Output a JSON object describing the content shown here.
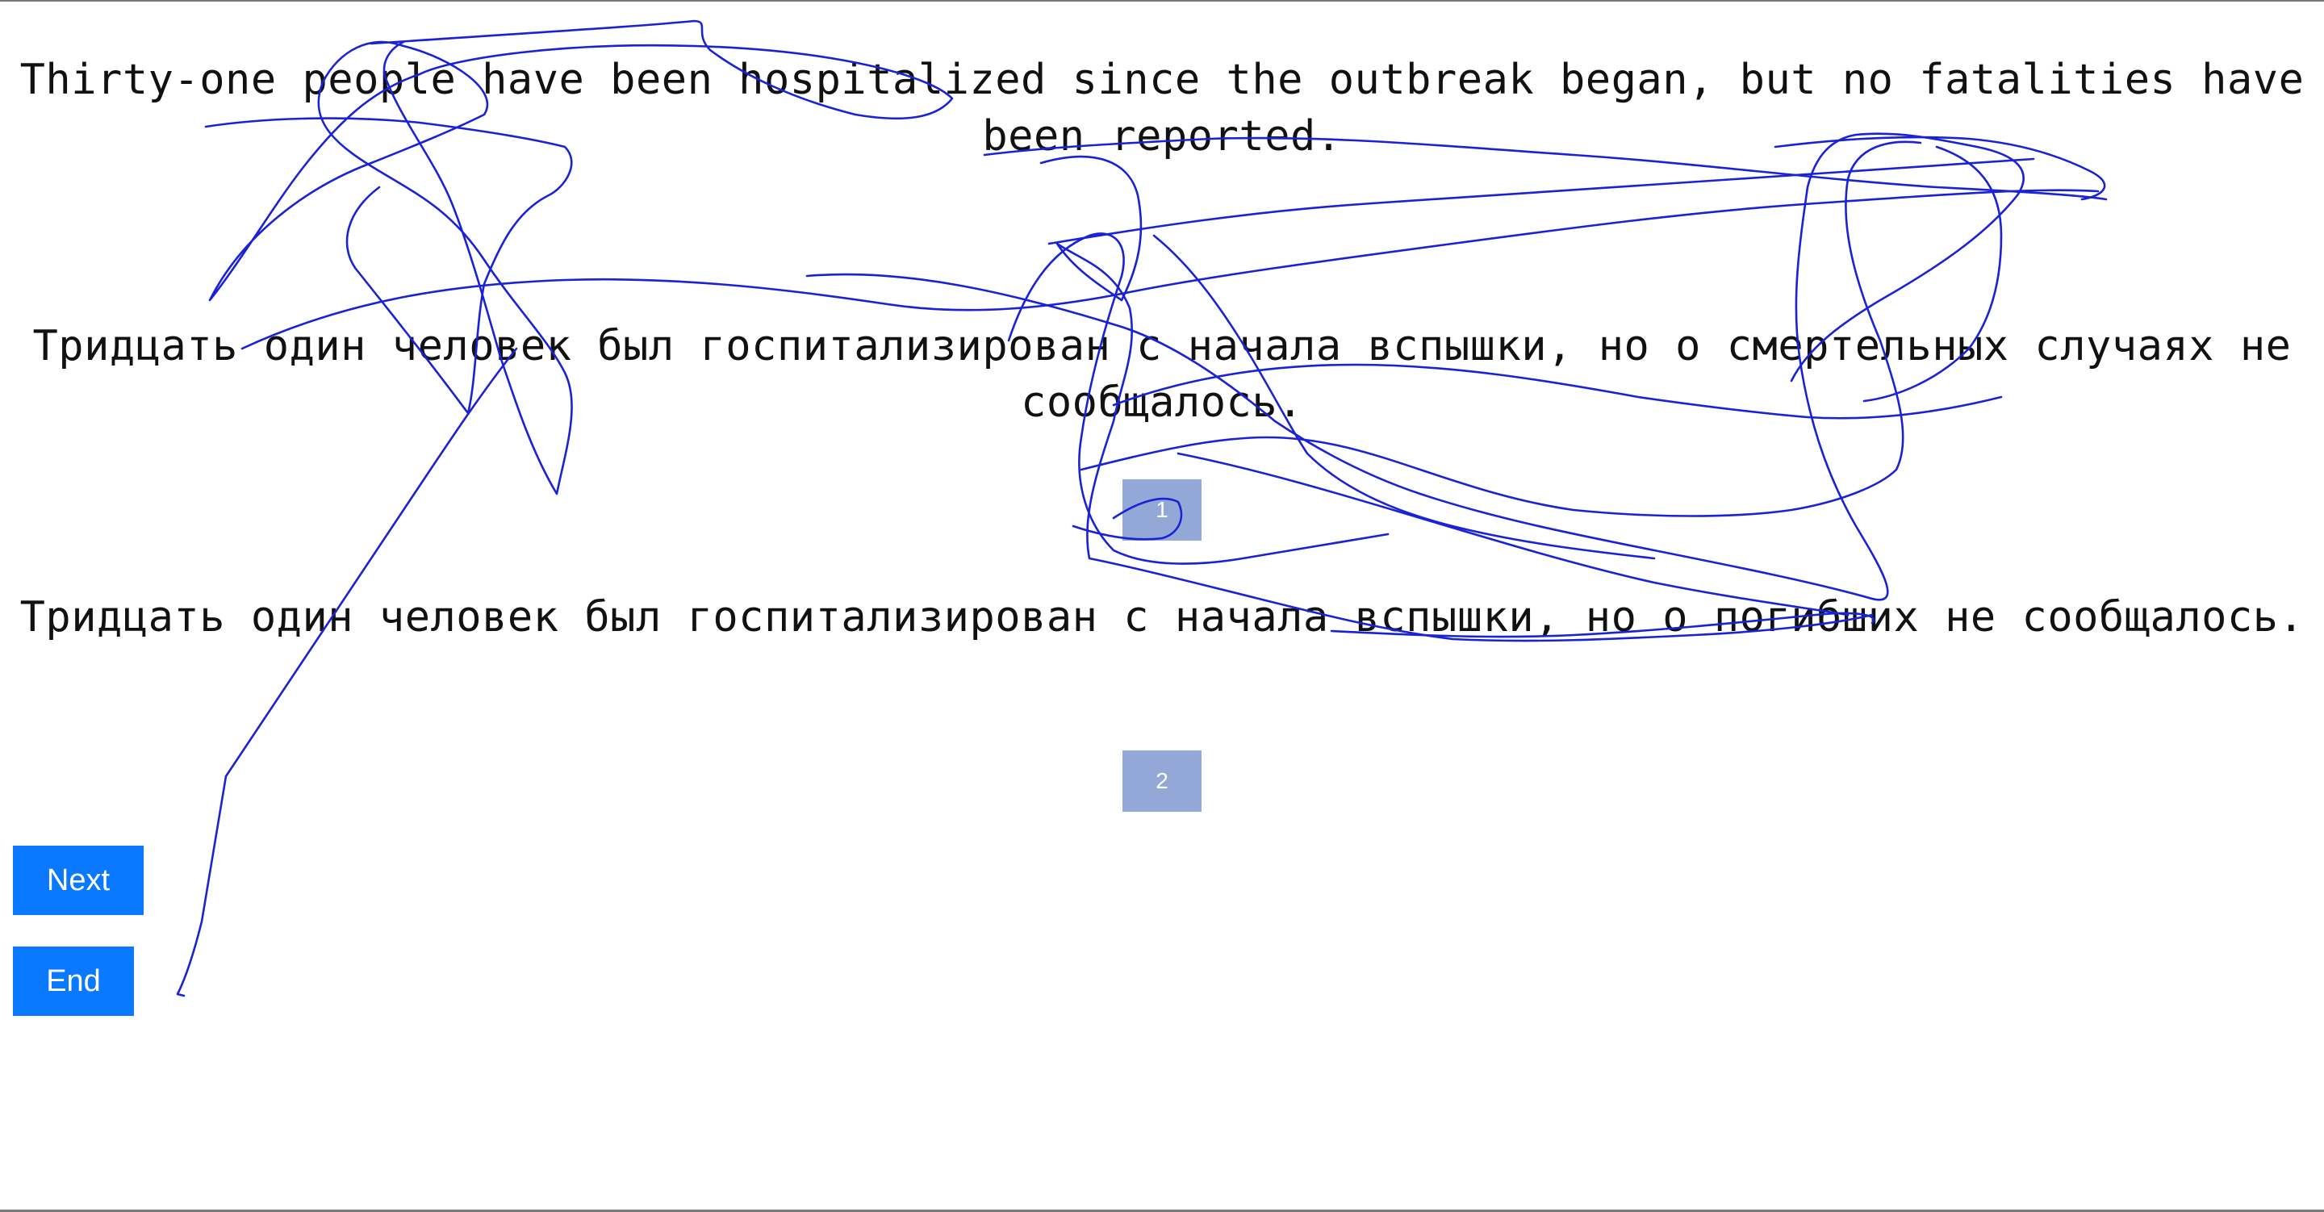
{
  "source_sentence": "Thirty-one people have been hospitalized since the outbreak began, but no fatalities have been reported.",
  "candidates": [
    {
      "text": "Тридцать один человек был госпитализирован с начала вспышки, но о смертельных случаях не сообщалось.",
      "choice_label": "1"
    },
    {
      "text": "Тридцать один человек был госпитализирован с начала вспышки, но о погибших не сообщалось.",
      "choice_label": "2"
    }
  ],
  "buttons": {
    "next_label": "Next",
    "end_label": "End"
  },
  "colors": {
    "choice_button": "#93a8d6",
    "nav_button": "#0a79ff",
    "scribble_stroke": "#1a22d6"
  }
}
